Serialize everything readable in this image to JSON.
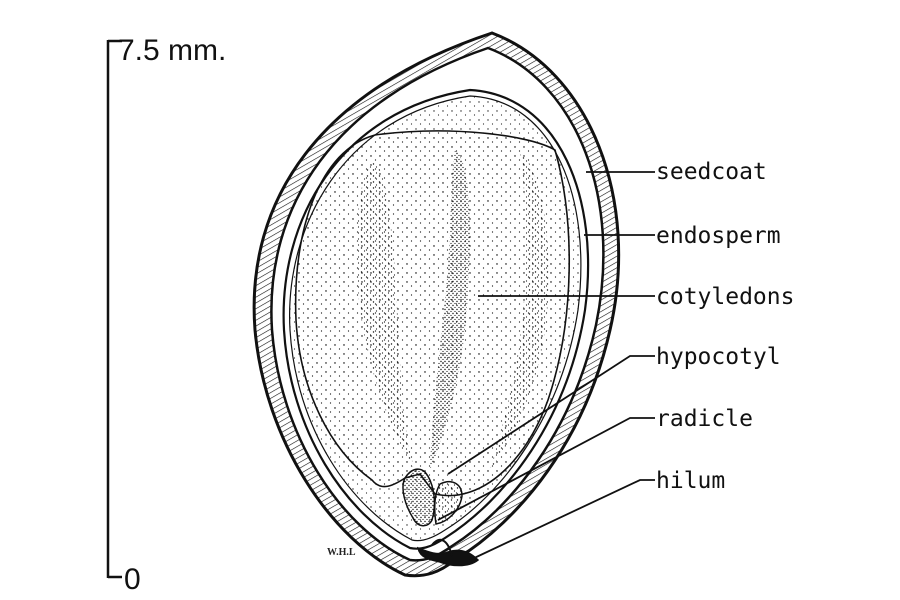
{
  "scale": {
    "top_label": "7.5 mm.",
    "bottom_label": "0"
  },
  "labels": {
    "seedcoat": "seedcoat",
    "endosperm": "endosperm",
    "cotyledons": "cotyledons",
    "hypocotyl": "hypocotyl",
    "radicle": "radicle",
    "hilum": "hilum"
  },
  "signature": "W.H.L",
  "colors": {
    "ink": "#111111",
    "paper": "#ffffff"
  }
}
